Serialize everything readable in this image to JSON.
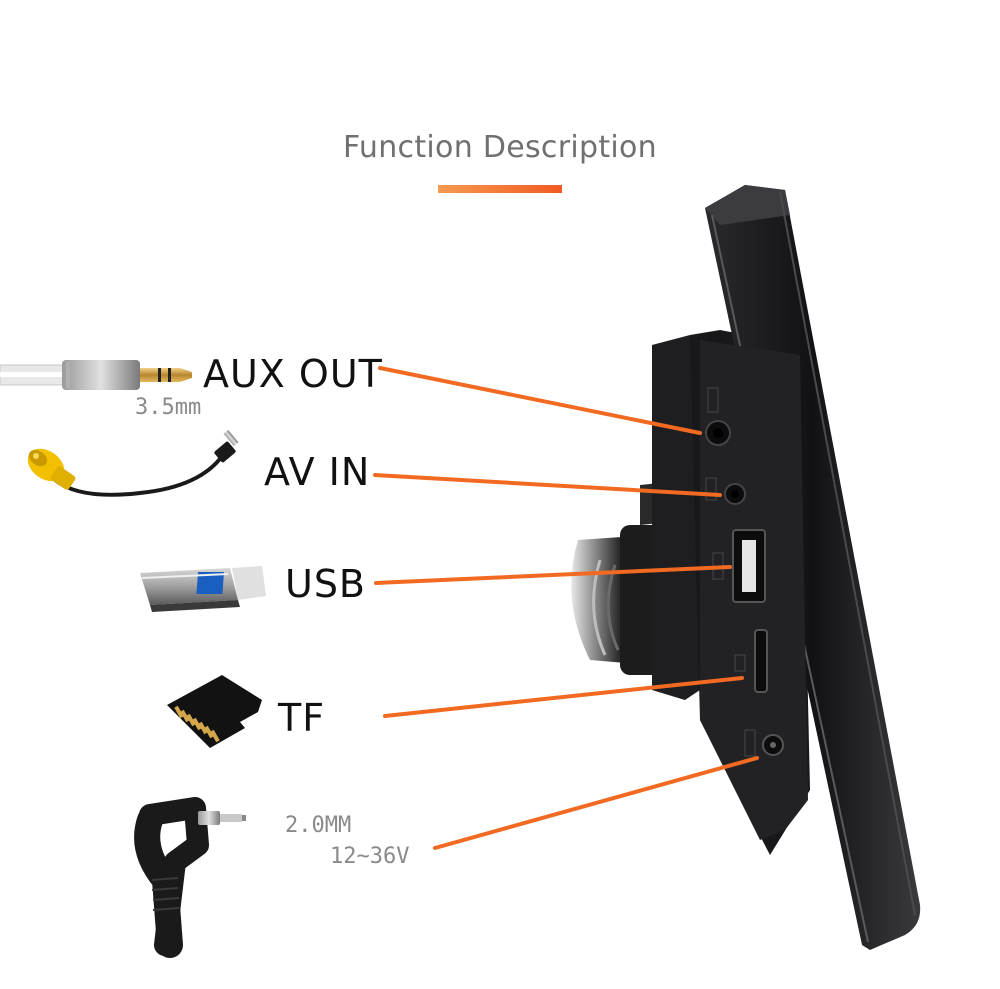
{
  "title": "Function Description",
  "accent": "#f15a22",
  "ports": {
    "aux": {
      "label": "AUX OUT",
      "sub": "3.5mm"
    },
    "av": {
      "label": "AV IN"
    },
    "usb": {
      "label": "USB"
    },
    "tf": {
      "label": "TF"
    },
    "dc": {
      "sub1": "2.0MM",
      "sub2": "12~36V"
    }
  },
  "accessories": [
    "aux-cable-icon",
    "av-cable-icon",
    "usb-drive-icon",
    "tf-card-icon",
    "dc-plug-icon"
  ]
}
